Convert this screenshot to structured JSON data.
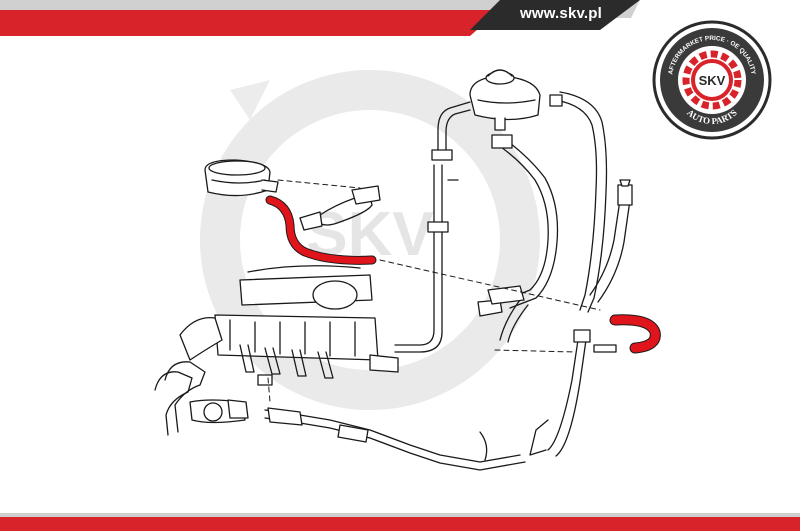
{
  "site": {
    "url": "www.skv.pl"
  },
  "logo": {
    "brand": "SKV",
    "ring_text": "AFTERMARKET PRICE · OE QUALITY",
    "bottom_text": "AUTO PARTS"
  },
  "watermark": {
    "text": "SKV"
  },
  "colors": {
    "brand_red": "#d8232a",
    "bar_dark": "#2b2b2b",
    "line_art": "#1a1a1a",
    "highlight_hose": "#e0141b",
    "watermark": "#e3e3e3"
  }
}
